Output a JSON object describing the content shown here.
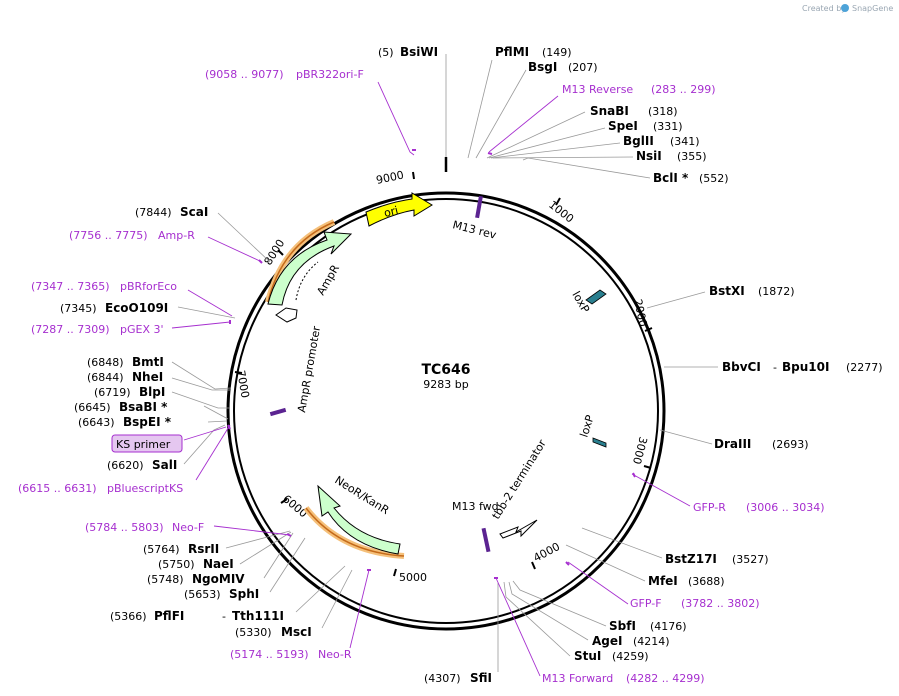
{
  "credit": {
    "prefix": "Created by",
    "brand": "SnapGene"
  },
  "plasmid": {
    "name": "TC646",
    "size": "9283 bp"
  },
  "ticks": [
    "1000",
    "2000",
    "3000",
    "4000",
    "5000",
    "6000",
    "7000",
    "8000",
    "9000"
  ],
  "features": {
    "ori": "ori",
    "ampr": "AmpR",
    "ampr_promoter": "AmpR promoter",
    "neor": "NeoR/KanR",
    "tbb2": "tbb-2 terminator",
    "m13_rev": "M13 rev",
    "m13_fwd": "M13 fwd",
    "loxp1": "loxP",
    "loxp2": "loxP"
  },
  "enzymes": [
    {
      "id": "bsiwi",
      "name": "BsiWI",
      "pos": "(5)"
    },
    {
      "id": "pflmi",
      "name": "PflMI",
      "pos": "(149)"
    },
    {
      "id": "bsgi",
      "name": "BsgI",
      "pos": "(207)"
    },
    {
      "id": "snabi",
      "name": "SnaBI",
      "pos": "(318)"
    },
    {
      "id": "spei",
      "name": "SpeI",
      "pos": "(331)"
    },
    {
      "id": "bglii",
      "name": "BglII",
      "pos": "(341)"
    },
    {
      "id": "nsii",
      "name": "NsiI",
      "pos": "(355)"
    },
    {
      "id": "bcli",
      "name": "BclI *",
      "pos": "(552)"
    },
    {
      "id": "bstxi",
      "name": "BstXI",
      "pos": "(1872)"
    },
    {
      "id": "bbvci",
      "name": "BbvCI",
      "sep": "-",
      "name2": "Bpu10I",
      "pos": "(2277)"
    },
    {
      "id": "draiii",
      "name": "DraIII",
      "pos": "(2693)"
    },
    {
      "id": "bstz17i",
      "name": "BstZ17I",
      "pos": "(3527)"
    },
    {
      "id": "mfei",
      "name": "MfeI",
      "pos": "(3688)"
    },
    {
      "id": "sbfi",
      "name": "SbfI",
      "pos": "(4176)"
    },
    {
      "id": "agei",
      "name": "AgeI",
      "pos": "(4214)"
    },
    {
      "id": "stui",
      "name": "StuI",
      "pos": "(4259)"
    },
    {
      "id": "sfii",
      "name": "SfiI",
      "pos": "(4307)"
    },
    {
      "id": "msci",
      "name": "MscI",
      "pos": "(5330)"
    },
    {
      "id": "pflfi",
      "name": "PflFI",
      "sep": "-",
      "name2": "Tth111I",
      "pos": "(5366)"
    },
    {
      "id": "sphi",
      "name": "SphI",
      "pos": "(5653)"
    },
    {
      "id": "ngomiv",
      "name": "NgoMIV",
      "pos": "(5748)"
    },
    {
      "id": "naei",
      "name": "NaeI",
      "pos": "(5750)"
    },
    {
      "id": "rsrii",
      "name": "RsrII",
      "pos": "(5764)"
    },
    {
      "id": "sali",
      "name": "SalI",
      "pos": "(6620)"
    },
    {
      "id": "bspei",
      "name": "BspEI *",
      "pos": "(6643)"
    },
    {
      "id": "bsabi",
      "name": "BsaBI *",
      "pos": "(6645)"
    },
    {
      "id": "blpi",
      "name": "BlpI",
      "pos": "(6719)"
    },
    {
      "id": "nhei",
      "name": "NheI",
      "pos": "(6844)"
    },
    {
      "id": "bmti",
      "name": "BmtI",
      "pos": "(6848)"
    },
    {
      "id": "ecoo109i",
      "name": "EcoO109I",
      "pos": "(7345)"
    },
    {
      "id": "scai",
      "name": "ScaI",
      "pos": "(7844)"
    }
  ],
  "primers": [
    {
      "id": "pbr322ori",
      "name": "pBR322ori-F",
      "pos": "(9058 .. 9077)"
    },
    {
      "id": "m13rev",
      "name": "M13 Reverse",
      "pos": "(283 .. 299)"
    },
    {
      "id": "gfpr",
      "name": "GFP-R",
      "pos": "(3006 .. 3034)"
    },
    {
      "id": "gfpf",
      "name": "GFP-F",
      "pos": "(3782 .. 3802)"
    },
    {
      "id": "m13fwd",
      "name": "M13 Forward",
      "pos": "(4282 .. 4299)"
    },
    {
      "id": "neor",
      "name": "Neo-R",
      "pos": "(5174 .. 5193)"
    },
    {
      "id": "neof",
      "name": "Neo-F",
      "pos": "(5784 .. 5803)"
    },
    {
      "id": "pbluescriptks",
      "name": "pBluescriptKS",
      "pos": "(6615 .. 6631)"
    },
    {
      "id": "ksprimer",
      "name": "KS primer"
    },
    {
      "id": "pgex3",
      "name": "pGEX 3'",
      "pos": "(7287 .. 7309)"
    },
    {
      "id": "pbrforeco",
      "name": "pBRforEco",
      "pos": "(7347 .. 7365)"
    },
    {
      "id": "ampr",
      "name": "Amp-R",
      "pos": "(7756 .. 7775)"
    }
  ],
  "colors": {
    "primer": "#a62fcf",
    "ori": "#ffff00",
    "cds": "#ccffcc",
    "loxp": "#2a7f8f",
    "highlight": "#f5c07a"
  }
}
